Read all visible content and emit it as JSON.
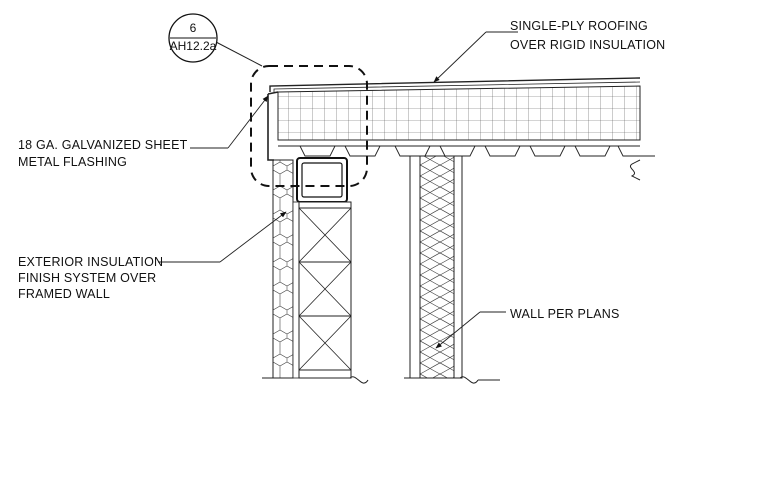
{
  "detail_tag": {
    "number": "6",
    "sheet": "AH12.2a"
  },
  "callouts": {
    "roofing": [
      "SINGLE-PLY ROOFING",
      "OVER RIGID INSULATION"
    ],
    "flashing": [
      "18 GA. GALVANIZED SHEET",
      "METAL FLASHING"
    ],
    "eifs": [
      "EXTERIOR INSULATION",
      "FINISH SYSTEM OVER",
      "FRAMED WALL"
    ],
    "wall": [
      "WALL PER PLANS"
    ]
  },
  "colors": {
    "line": "#222222",
    "background": "#ffffff"
  }
}
